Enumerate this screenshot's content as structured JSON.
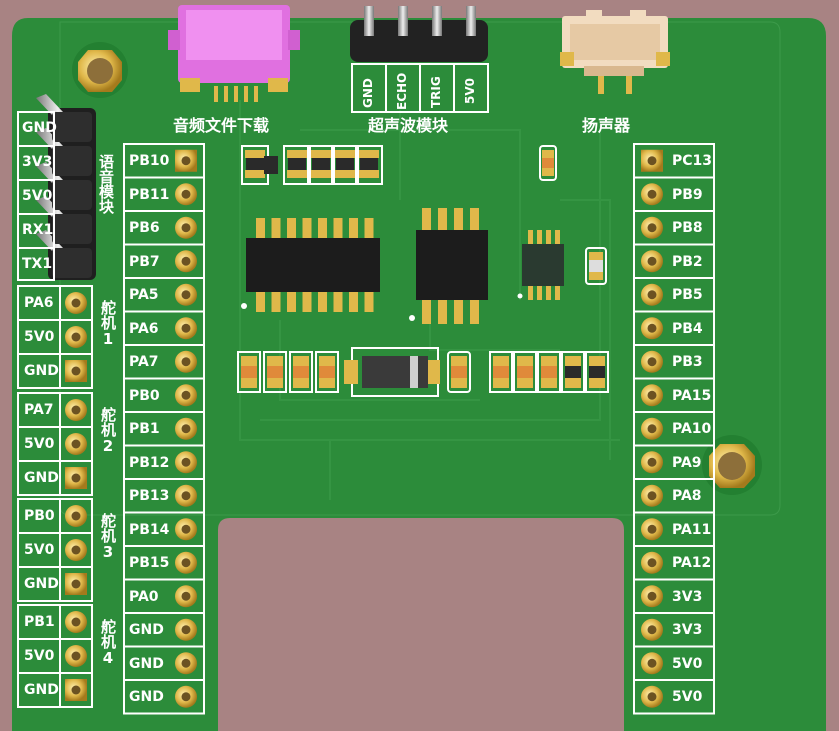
{
  "headers": {
    "audio_download": "音频文件下载",
    "ultrasonic": "超声波模块",
    "speaker": "扬声器"
  },
  "ultrasonic_pins": [
    "GND",
    "ECHO",
    "TRIG",
    "5V0"
  ],
  "voice_module": {
    "title": "语音模块",
    "pins": [
      "GND",
      "3V3",
      "5V0",
      "RX1",
      "TX1"
    ]
  },
  "servos": [
    {
      "title": "舵机1",
      "pins": [
        "PA6",
        "5V0",
        "GND"
      ]
    },
    {
      "title": "舵机2",
      "pins": [
        "PA7",
        "5V0",
        "GND"
      ]
    },
    {
      "title": "舵机3",
      "pins": [
        "PB0",
        "5V0",
        "GND"
      ]
    },
    {
      "title": "舵机4",
      "pins": [
        "PB1",
        "5V0",
        "GND"
      ]
    }
  ],
  "left_header": [
    "PB10",
    "PB11",
    "PB6",
    "PB7",
    "PA5",
    "PA6",
    "PA7",
    "PB0",
    "PB1",
    "PB12",
    "PB13",
    "PB14",
    "PB15",
    "PA0",
    "GND",
    "GND",
    "GND"
  ],
  "right_header": [
    "PC13",
    "PB9",
    "PB8",
    "PB2",
    "PB5",
    "PB4",
    "PB3",
    "PA15",
    "PA10",
    "PA9",
    "PA8",
    "PA11",
    "PA12",
    "3V3",
    "3V3",
    "5V0",
    "5V0"
  ],
  "colors": {
    "pcb_green": "#2c8c3a",
    "background": "#a88383",
    "silkscreen": "#ffffff",
    "gold_pad": "#e0b84a",
    "usb_connector": "#e070e0",
    "ic_body": "#1c1c1c",
    "connector_beige": "#f2dcc0"
  }
}
